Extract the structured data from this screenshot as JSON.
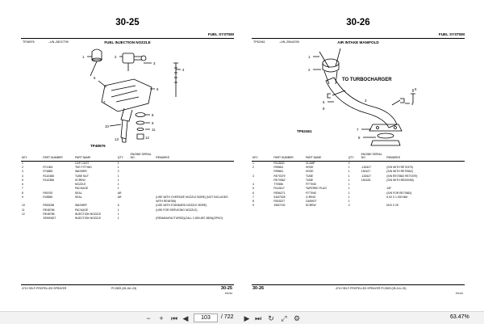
{
  "left_page": {
    "page_number": "30-25",
    "section": "FUEL SYSTEM",
    "figure_id": "TP48976",
    "figure_ref": "–UN–28OCT99",
    "figure_title": "FUEL INJECTION NOZZLE",
    "figure_caption": "TP48976",
    "callouts": [
      "1",
      "2",
      "3",
      "4",
      "5",
      "6",
      "7",
      "8",
      "9",
      "10",
      "11",
      "12",
      "13"
    ],
    "columns": [
      "KEY",
      "PART NUMBER",
      "PART NAME",
      "QTY",
      "ENGINE SERIAL NO.",
      "REMARKS"
    ],
    "rows": [
      [
        "1",
        "",
        "CAP, DUST",
        "1",
        "",
        ""
      ],
      [
        "2",
        "R71363",
        "TEE FITTING",
        "1",
        "",
        ""
      ],
      [
        "3",
        "R76883",
        "WASHER",
        "2",
        "",
        ""
      ],
      [
        "4",
        "R110385",
        "TUBE NUT",
        "1",
        "",
        ""
      ],
      [
        "5",
        "R110386",
        "SCREW",
        "1",
        "",
        ""
      ],
      [
        "6",
        "",
        "NOZZLE",
        "1",
        "",
        ""
      ],
      [
        "7",
        "",
        "PACKAGE",
        "1",
        "",
        ""
      ],
      [
        "8",
        "R90792",
        "SEAL",
        "AR",
        "",
        ""
      ],
      [
        "9",
        "R49550",
        "SEAL",
        "AR",
        "",
        "(USE WITH OVERSIZE NOZZLE BORE) (NOT INCLUDED"
      ],
      [
        "",
        "",
        "",
        "",
        "",
        "WITH RE48766)"
      ],
      [
        "10",
        "R500038",
        "WASHER",
        "6",
        "",
        "(USE WITH STANDARD NOZZLE BORE)"
      ],
      [
        "11",
        "RE48766",
        "PACKAGE",
        "1",
        "",
        "(USE FOR SERVICING NOZZLE)"
      ],
      [
        "12",
        "RE48786",
        "INJECTION NOZZLE",
        "1",
        "",
        ""
      ],
      [
        "",
        "SE500627",
        "INJECTION NOZZLE",
        "1",
        "",
        "(REMANUFACTURED)(CALL 1-800-657-3826)(SPKO)"
      ]
    ],
    "footer_left": "4710 SELF-PROPELLED SPRAYER",
    "footer_mid": "PC2829   (28-JUL-03)",
    "footer_num": "30-25",
    "footer_sub": "PN=62"
  },
  "right_page": {
    "page_number": "30-26",
    "section": "FUEL SYSTEM",
    "figure_id": "TP62461",
    "figure_ref": "–UN–29AUG00",
    "figure_title": "AIR INTAKE MANIFOLD",
    "figure_caption": "TP62461",
    "annotation": "TO TURBOCHARGER",
    "callouts": [
      "1",
      "2",
      "3",
      "4",
      "5",
      "6",
      "7",
      "8",
      "9"
    ],
    "columns": [
      "KEY",
      "PART NUMBER",
      "PART NAME",
      "QTY",
      "ENGINE SERIAL NO.",
      "REMARKS"
    ],
    "rows": [
      [
        "1",
        "R113631",
        "CLAMP",
        "2",
        "",
        ""
      ],
      [
        "2",
        "R99651",
        "HOSE",
        "1",
        "-130427",
        "(S/N WITH RE70379)"
      ],
      [
        "",
        "R99651",
        "HOSE",
        "1",
        "130427-",
        "(S/N WITH RE70562)"
      ],
      [
        "3",
        "RE70379",
        "TUBE",
        "1",
        "-130427",
        "(S/N RE70562 RE70379)"
      ],
      [
        "",
        "RE70562",
        "TUBE",
        "1",
        "130428-",
        "(S/N WITH RE0000M)"
      ],
      [
        "4",
        "T70586",
        "FITTING",
        "1",
        "",
        ""
      ],
      [
        "5",
        "R112617",
        "TAPERED PLUG",
        "1",
        "",
        "1/8\""
      ],
      [
        "6",
        "RE56271",
        "FITTING",
        "1",
        "",
        "(S/N FOR RE70562)"
      ],
      [
        "7",
        "51M7028",
        "O-RING",
        "1",
        "",
        "5.00 X 1.000 MM"
      ],
      [
        "8",
        "R515227",
        "GASKET",
        "1",
        "",
        ""
      ],
      [
        "9",
        "19M7192",
        "SCREW",
        "2",
        "",
        "M10 X 25"
      ]
    ],
    "footer_left": "30-26",
    "footer_mid": "4710 SELF-PROPELLED SPRAYER   PC2829   (28-JUL-03)",
    "footer_num": "",
    "footer_sub": "PN=62"
  },
  "viewer": {
    "current_page": "103",
    "total_pages": "/ 722",
    "zoom": "63.47%"
  }
}
